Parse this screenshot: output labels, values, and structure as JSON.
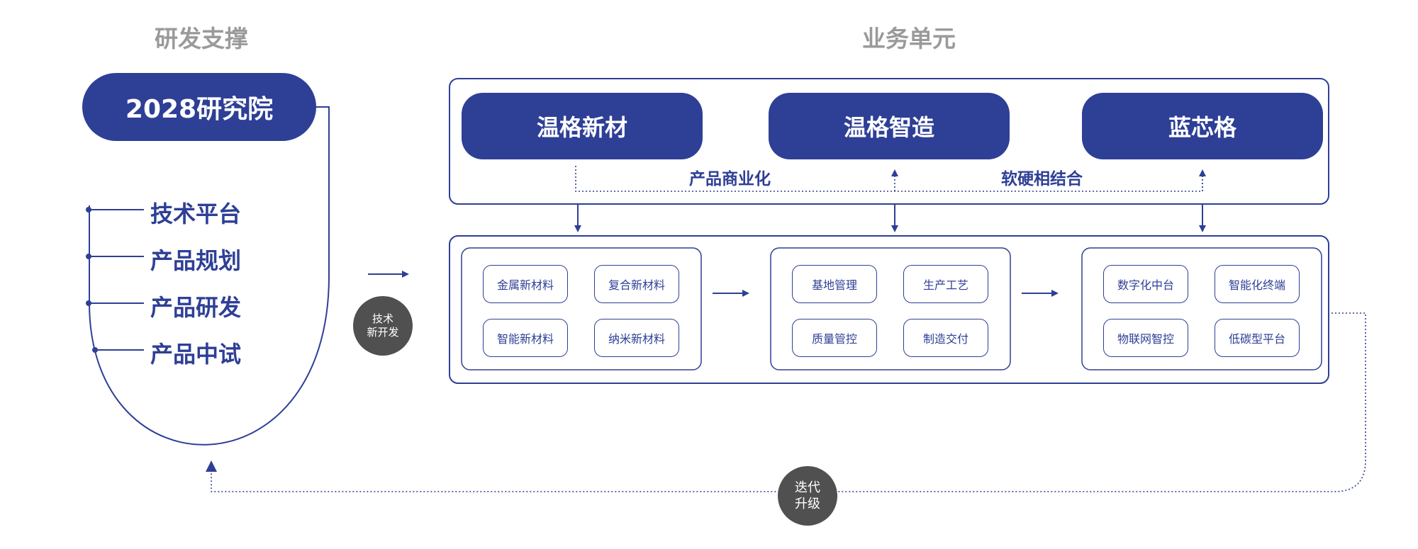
{
  "headers": {
    "rd_support": "研发支撑",
    "business_units": "业务单元"
  },
  "research_institute": {
    "title": "2028研究院",
    "items": [
      "技术平台",
      "产品规划",
      "产品研发",
      "产品中试"
    ]
  },
  "tech_new_development": {
    "line1": "技术",
    "line2": "新开发"
  },
  "units": [
    {
      "name": "温格新材",
      "items": [
        "金属新材料",
        "复合新材料",
        "智能新材料",
        "纳米新材料"
      ]
    },
    {
      "name": "温格智造",
      "items": [
        "基地管理",
        "生产工艺",
        "质量管控",
        "制造交付"
      ]
    },
    {
      "name": "蓝芯格",
      "items": [
        "数字化中台",
        "智能化终端",
        "物联网智控",
        "低碳型平台"
      ]
    }
  ],
  "connectors": {
    "commercialization": "产品商业化",
    "hardware_software": "软硬相结合"
  },
  "iteration": {
    "line1": "迭代",
    "line2": "升级"
  },
  "colors": {
    "primary": "#2e3f96",
    "title_gray": "#9a9a9a",
    "circle_gray": "#505050"
  }
}
